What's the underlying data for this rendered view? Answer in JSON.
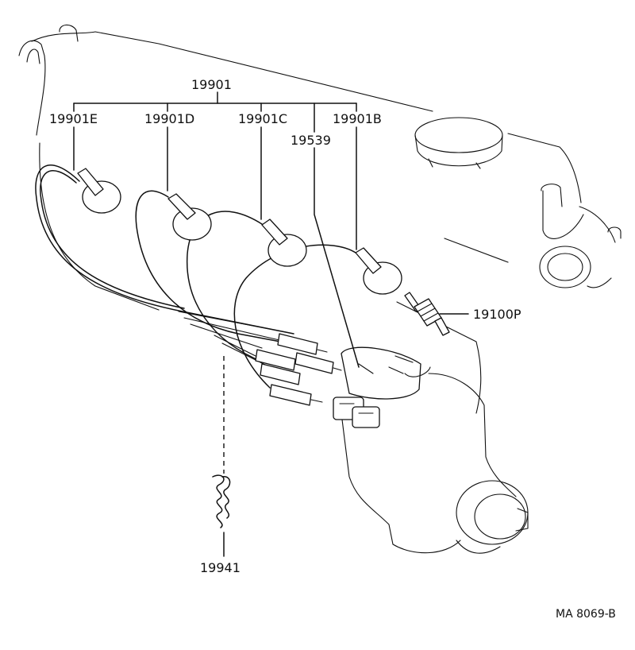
{
  "diagram": {
    "part_numbers": {
      "main_cord_set": "19901",
      "cord_e": "19901E",
      "cord_d": "19901D",
      "cord_c": "19901C",
      "cord_b": "19901B",
      "coil_cord": "19539",
      "spark_plug": "19100P",
      "cord_clamp": "19941"
    },
    "figure_code": "MA 8069-B"
  }
}
